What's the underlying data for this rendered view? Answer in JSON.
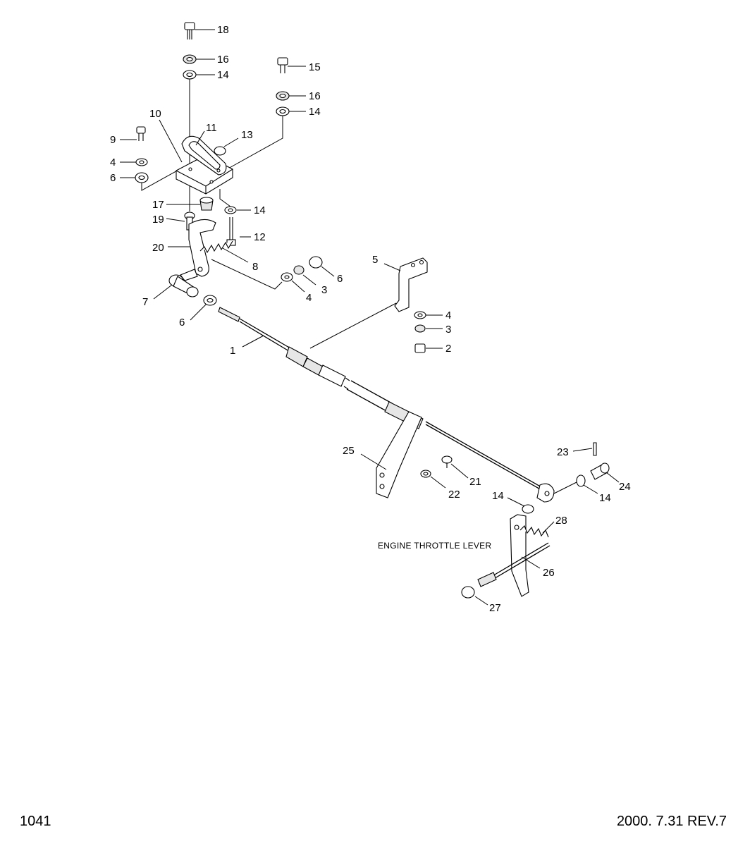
{
  "diagram": {
    "note_engine_throttle": "ENGINE THROTTLE LEVER",
    "callouts": {
      "c1": "1",
      "c2": "2",
      "c3a": "3",
      "c3b": "3",
      "c4a": "4",
      "c4b": "4",
      "c4c": "4",
      "c5": "5",
      "c6a": "6",
      "c6b": "6",
      "c6c": "6",
      "c7": "7",
      "c8": "8",
      "c9": "9",
      "c10": "10",
      "c11": "11",
      "c12": "12",
      "c13": "13",
      "c14a": "14",
      "c14b": "14",
      "c14c": "14",
      "c14d": "14",
      "c14e": "14",
      "c15": "15",
      "c16a": "16",
      "c16b": "16",
      "c17": "17",
      "c18": "18",
      "c19": "19",
      "c20": "20",
      "c21": "21",
      "c22": "22",
      "c23": "23",
      "c24": "24",
      "c25": "25",
      "c26": "26",
      "c27": "27",
      "c28": "28"
    }
  },
  "footer": {
    "page_number": "1041",
    "date_revision": "2000. 7.31  REV.7"
  }
}
